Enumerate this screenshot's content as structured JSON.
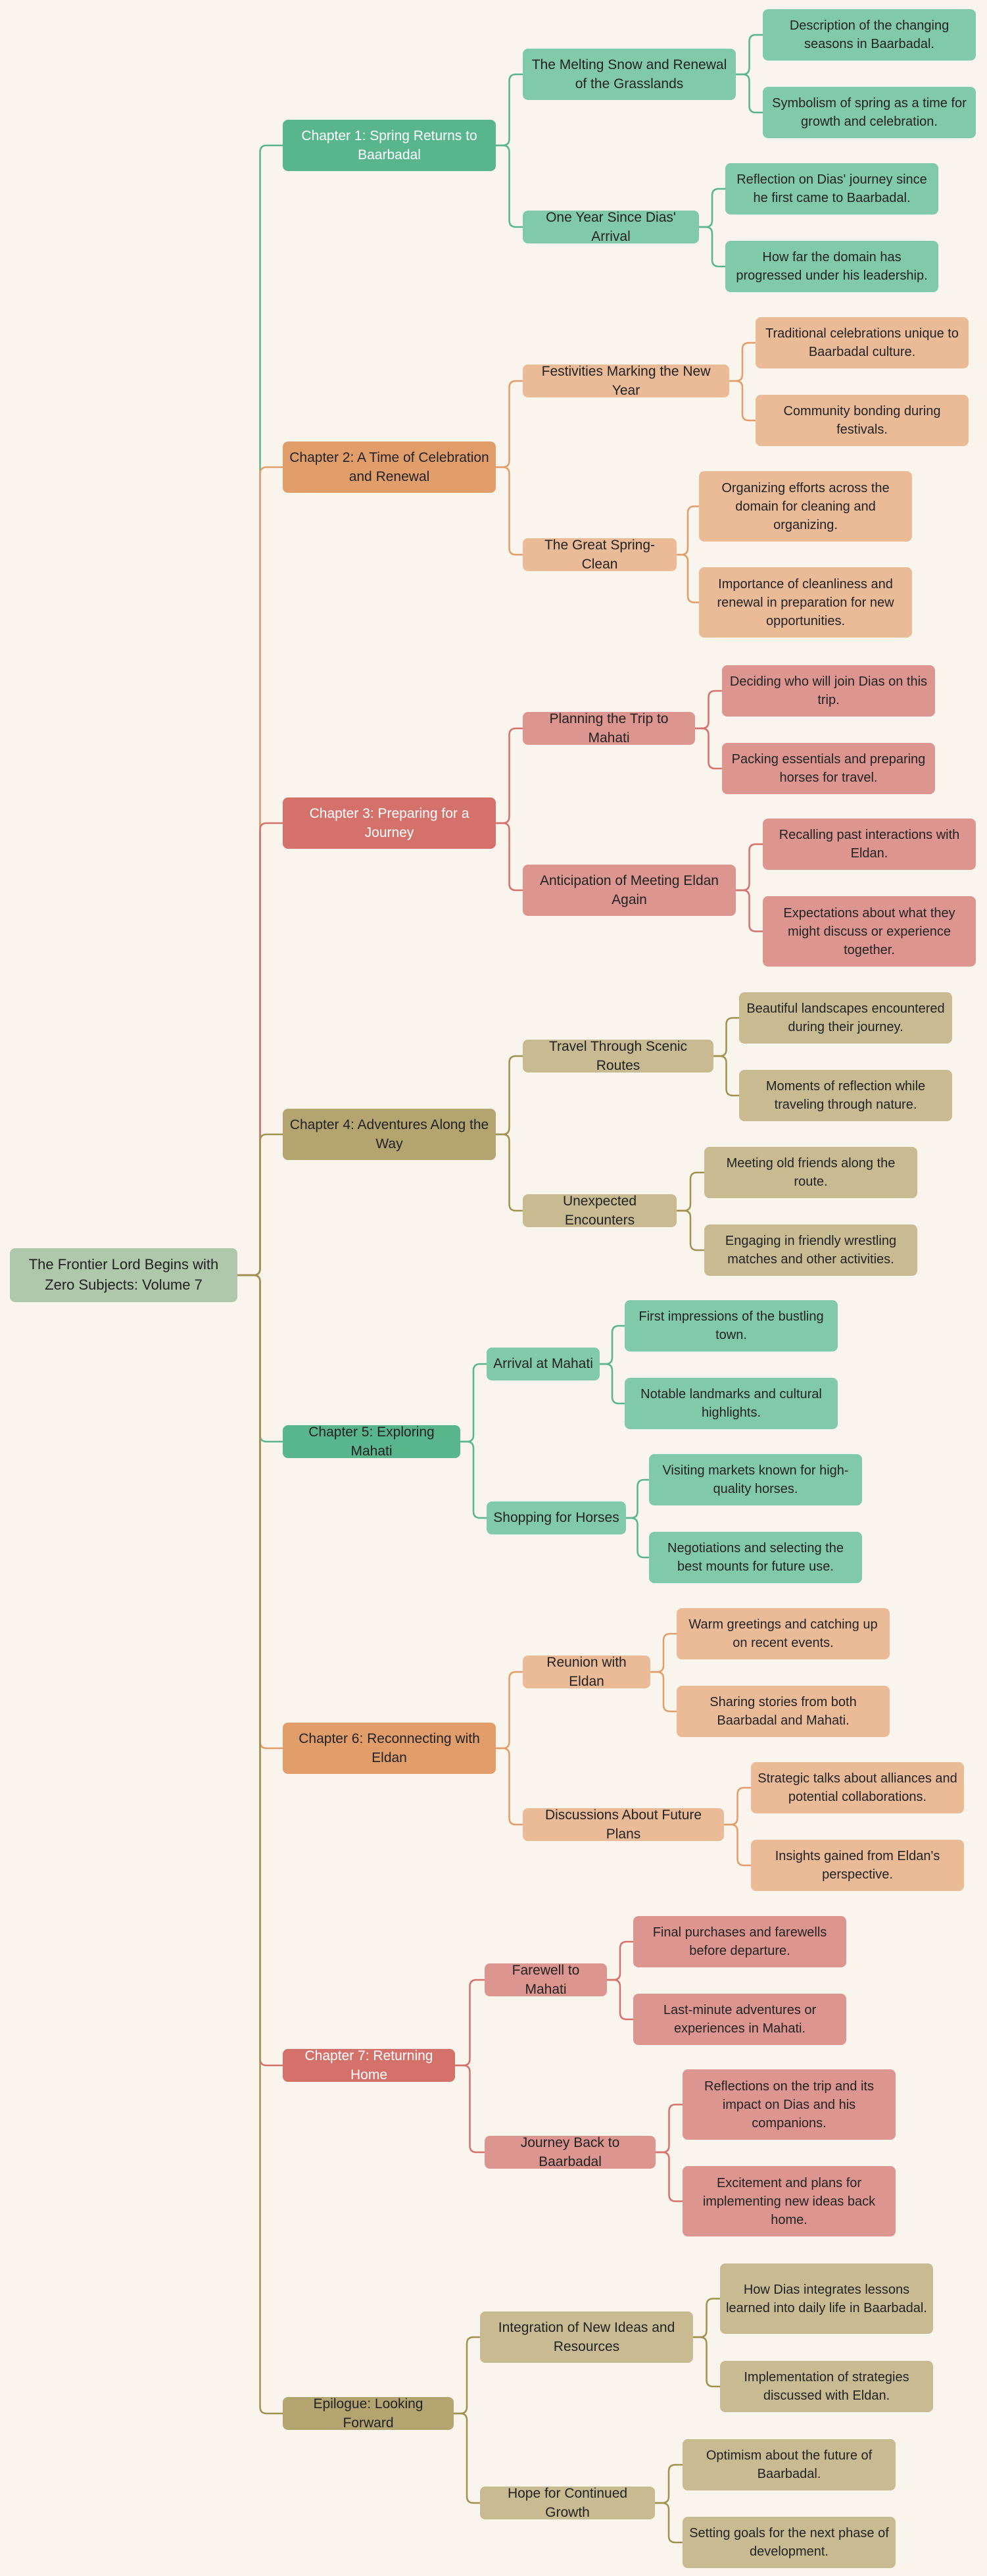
{
  "root": "The Frontier Lord Begins with Zero Subjects: Volume 7",
  "chapters": [
    {
      "title": "Chapter 1: Spring Returns to Baarbadal",
      "sections": [
        {
          "title": "The Melting Snow and Renewal of the Grasslands",
          "items": [
            "Description of the changing seasons in Baarbadal.",
            "Symbolism of spring as a time for growth and celebration."
          ]
        },
        {
          "title": "One Year Since Dias' Arrival",
          "items": [
            "Reflection on Dias' journey since he first came to Baarbadal.",
            "How far the domain has progressed under his leadership."
          ]
        }
      ]
    },
    {
      "title": "Chapter 2: A Time of Celebration and Renewal",
      "sections": [
        {
          "title": "Festivities Marking the New Year",
          "items": [
            "Traditional celebrations unique to Baarbadal culture.",
            "Community bonding during festivals."
          ]
        },
        {
          "title": "The Great Spring-Clean",
          "items": [
            "Organizing efforts across the domain for cleaning and organizing.",
            "Importance of cleanliness and renewal in preparation for new opportunities."
          ]
        }
      ]
    },
    {
      "title": "Chapter 3: Preparing for a Journey",
      "sections": [
        {
          "title": "Planning the Trip to Mahati",
          "items": [
            "Deciding who will join Dias on this trip.",
            "Packing essentials and preparing horses for travel."
          ]
        },
        {
          "title": "Anticipation of Meeting Eldan Again",
          "items": [
            "Recalling past interactions with Eldan.",
            "Expectations about what they might discuss or experience together."
          ]
        }
      ]
    },
    {
      "title": "Chapter 4: Adventures Along the Way",
      "sections": [
        {
          "title": "Travel Through Scenic Routes",
          "items": [
            "Beautiful landscapes encountered during their journey.",
            "Moments of reflection while traveling through nature."
          ]
        },
        {
          "title": "Unexpected Encounters",
          "items": [
            "Meeting old friends along the route.",
            "Engaging in friendly wrestling matches and other activities."
          ]
        }
      ]
    },
    {
      "title": "Chapter 5: Exploring Mahati",
      "sections": [
        {
          "title": "Arrival at Mahati",
          "items": [
            "First impressions of the bustling town.",
            "Notable landmarks and cultural highlights."
          ]
        },
        {
          "title": "Shopping for Horses",
          "items": [
            "Visiting markets known for high-quality horses.",
            "Negotiations and selecting the best mounts for future use."
          ]
        }
      ]
    },
    {
      "title": "Chapter 6: Reconnecting with Eldan",
      "sections": [
        {
          "title": "Reunion with Eldan",
          "items": [
            "Warm greetings and catching up on recent events.",
            "Sharing stories from both Baarbadal and Mahati."
          ]
        },
        {
          "title": "Discussions About Future Plans",
          "items": [
            "Strategic talks about alliances and potential collaborations.",
            "Insights gained from Eldan's perspective."
          ]
        }
      ]
    },
    {
      "title": "Chapter 7: Returning Home",
      "sections": [
        {
          "title": "Farewell to Mahati",
          "items": [
            "Final purchases and farewells before departure.",
            "Last-minute adventures or experiences in Mahati."
          ]
        },
        {
          "title": "Journey Back to Baarbadal",
          "items": [
            "Reflections on the trip and its impact on Dias and his companions.",
            "Excitement and plans for implementing new ideas back home."
          ]
        }
      ]
    },
    {
      "title": "Epilogue: Looking Forward",
      "sections": [
        {
          "title": "Integration of New Ideas and Resources",
          "items": [
            "How Dias integrates lessons learned into daily life in Baarbadal.",
            "Implementation of strategies discussed with Eldan."
          ]
        },
        {
          "title": "Hope for Continued Growth",
          "items": [
            "Optimism about the future of Baarbadal.",
            "Setting goals for the next phase of development."
          ]
        }
      ]
    }
  ],
  "colors": {
    "root": "#afc7aa",
    "palettes": [
      {
        "primary": "#58b58c",
        "secondary": "#80c9a9",
        "line": "#58b58c"
      },
      {
        "primary": "#e19d6a",
        "secondary": "#eabb96",
        "line": "#e19d6a"
      },
      {
        "primary": "#d4716b",
        "secondary": "#dd958f",
        "line": "#d4716b"
      },
      {
        "primary": "#b3a470",
        "secondary": "#c8bb91",
        "line": "#a0914f"
      }
    ]
  }
}
